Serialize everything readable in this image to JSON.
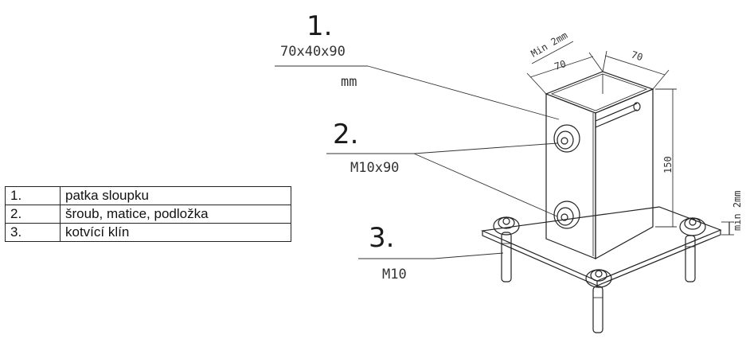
{
  "legend": [
    {
      "num": "1.",
      "text": "patka sloupku"
    },
    {
      "num": "2.",
      "text": "šroub, matice, podložka"
    },
    {
      "num": "3.",
      "text": "kotvící klín"
    }
  ],
  "callouts": [
    {
      "num": "1.",
      "spec": "70x40x90",
      "unit": "mm"
    },
    {
      "num": "2.",
      "spec": "M10x90"
    },
    {
      "num": "3.",
      "spec": "M10"
    }
  ],
  "dimensions": {
    "wall": "Min 2mm",
    "width_left": "70",
    "width_right": "70",
    "height": "150",
    "plate": "min 2mm"
  }
}
